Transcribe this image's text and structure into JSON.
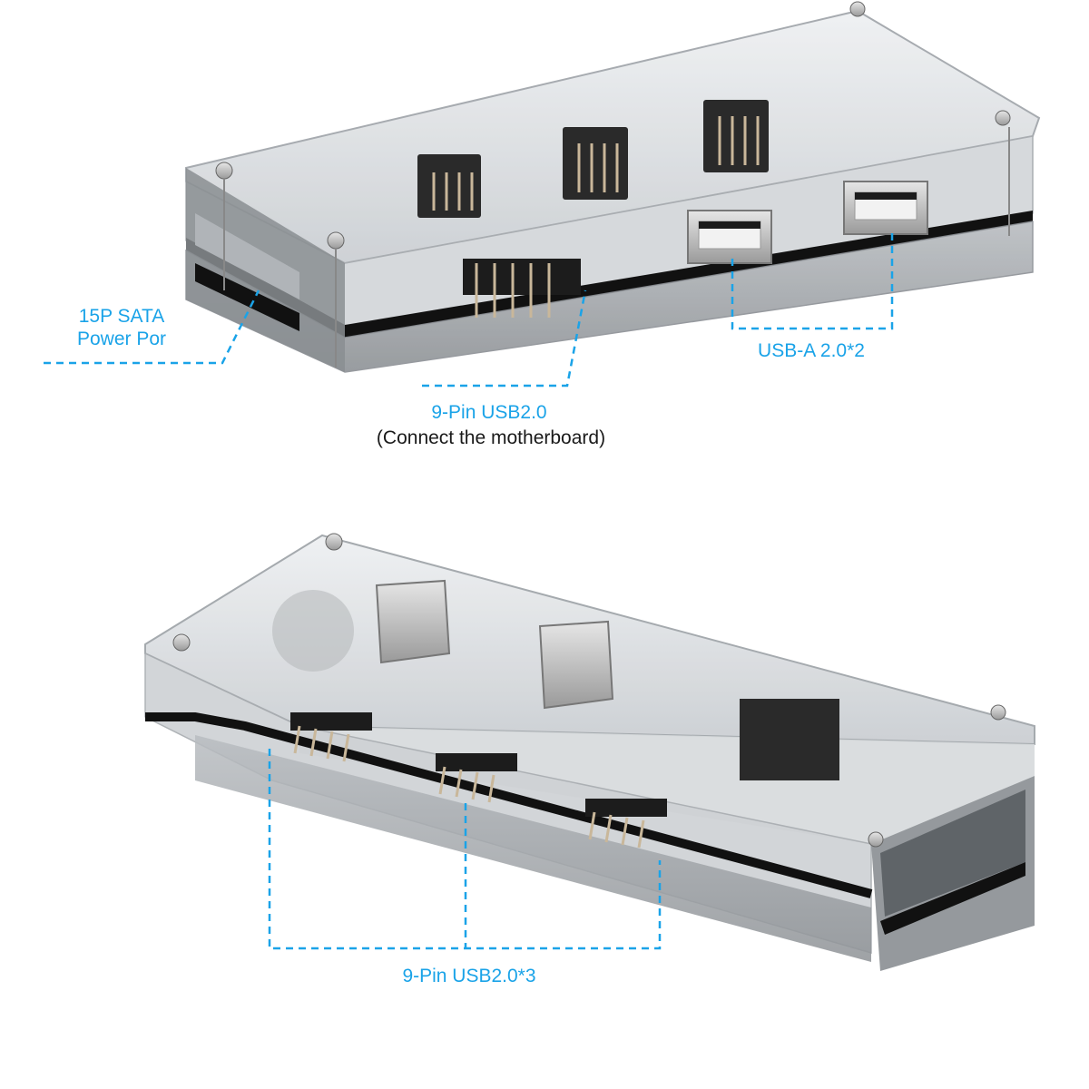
{
  "colors": {
    "callout": "#1aa3e8",
    "subtext": "#1a1a1a",
    "background": "#ffffff",
    "acrylic": "#d9dcdf",
    "pcb": "#1c1c1c",
    "pin": "#c9b79a"
  },
  "top_view": {
    "name": "hub-rear-view",
    "callouts": [
      {
        "id": "sata",
        "lines": [
          "15P SATA",
          "Power Por"
        ]
      },
      {
        "id": "pin9",
        "title": "9-Pin USB2.0",
        "subtitle": "(Connect the motherboard)"
      },
      {
        "id": "usba",
        "title": "USB-A 2.0*2"
      }
    ]
  },
  "bottom_view": {
    "name": "hub-front-view",
    "callouts": [
      {
        "id": "pin9x3",
        "title": "9-Pin USB2.0*3"
      }
    ]
  }
}
